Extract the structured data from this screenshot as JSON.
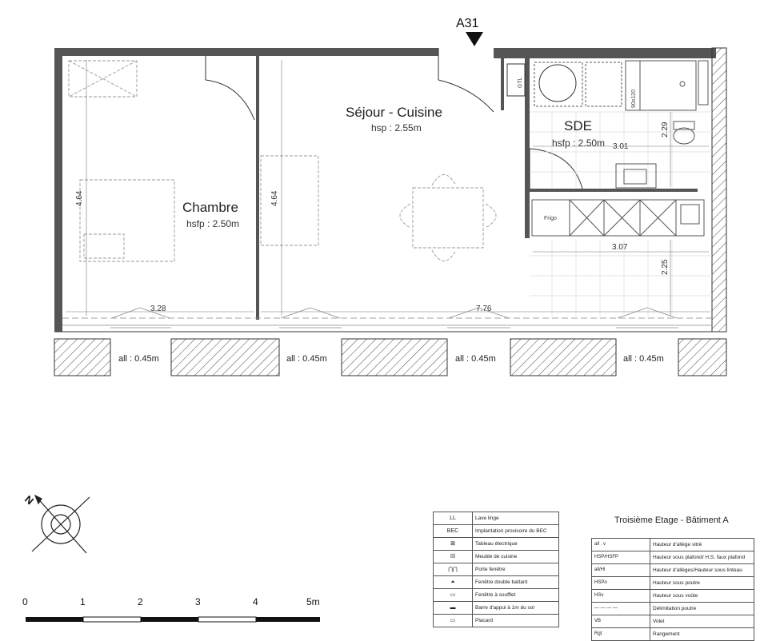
{
  "plan": {
    "apartment_ref": "A31",
    "rooms": [
      {
        "name": "Séjour - Cuisine",
        "height": "hsp : 2.55m"
      },
      {
        "name": "Chambre",
        "height": "hsfp : 2.50m"
      },
      {
        "name": "SDE",
        "height": "hsfp : 2.50m"
      }
    ],
    "equipment": {
      "gtl": "GTL",
      "frigo": "Frigo",
      "shower_size": "90x120"
    },
    "dimensions": {
      "chambre_depth": "4.64",
      "sejour_depth": "4.64",
      "chambre_width": "3.28",
      "sejour_width": "7.76",
      "sde_width": "3.01",
      "sde_depth": "2.29",
      "kitchen_width": "3.07",
      "kitchen_depth": "2.25"
    },
    "sill_labels": [
      "all : 0.45m",
      "all : 0.45m",
      "all : 0.45m",
      "all : 0.45m"
    ]
  },
  "scale": {
    "ticks": [
      "0",
      "1",
      "2",
      "3",
      "4",
      "5m"
    ]
  },
  "compass": {
    "north": "N"
  },
  "title": "Troisième Etage - Bâtiment A",
  "legend": [
    {
      "symbol": "LL",
      "label": "Lave linge"
    },
    {
      "symbol": "BEC",
      "label": "Implantation provisoire du BEC"
    },
    {
      "symbol": "",
      "label": "Tableau électrique"
    },
    {
      "symbol": "",
      "label": "Meuble de cuisine"
    },
    {
      "symbol": "",
      "label": "Porte fenêtre"
    },
    {
      "symbol": "",
      "label": "Fenêtre double battant"
    },
    {
      "symbol": "",
      "label": "Fenêtre à soufflet"
    },
    {
      "symbol": "",
      "label": "Barre d'appui à 1m du sol"
    },
    {
      "symbol": "",
      "label": "Placard"
    }
  ],
  "abbreviations": [
    {
      "key": "all . v",
      "label": "Hauteur d'allège vitré"
    },
    {
      "key": "HSP/HSFP",
      "label": "Hauteur sous plafond/ H.S. faux plafond"
    },
    {
      "key": "all/Hl",
      "label": "Hauteur d'allèges/Hauteur sous linteau"
    },
    {
      "key": "HSPo",
      "label": "Hauteur sous poutre"
    },
    {
      "key": "HSv",
      "label": "Hauteur sous voûte"
    },
    {
      "key": "",
      "label": "Délimitation poutre"
    },
    {
      "key": "VB",
      "label": "Volet"
    },
    {
      "key": "Rgt",
      "label": "Rangement"
    }
  ]
}
